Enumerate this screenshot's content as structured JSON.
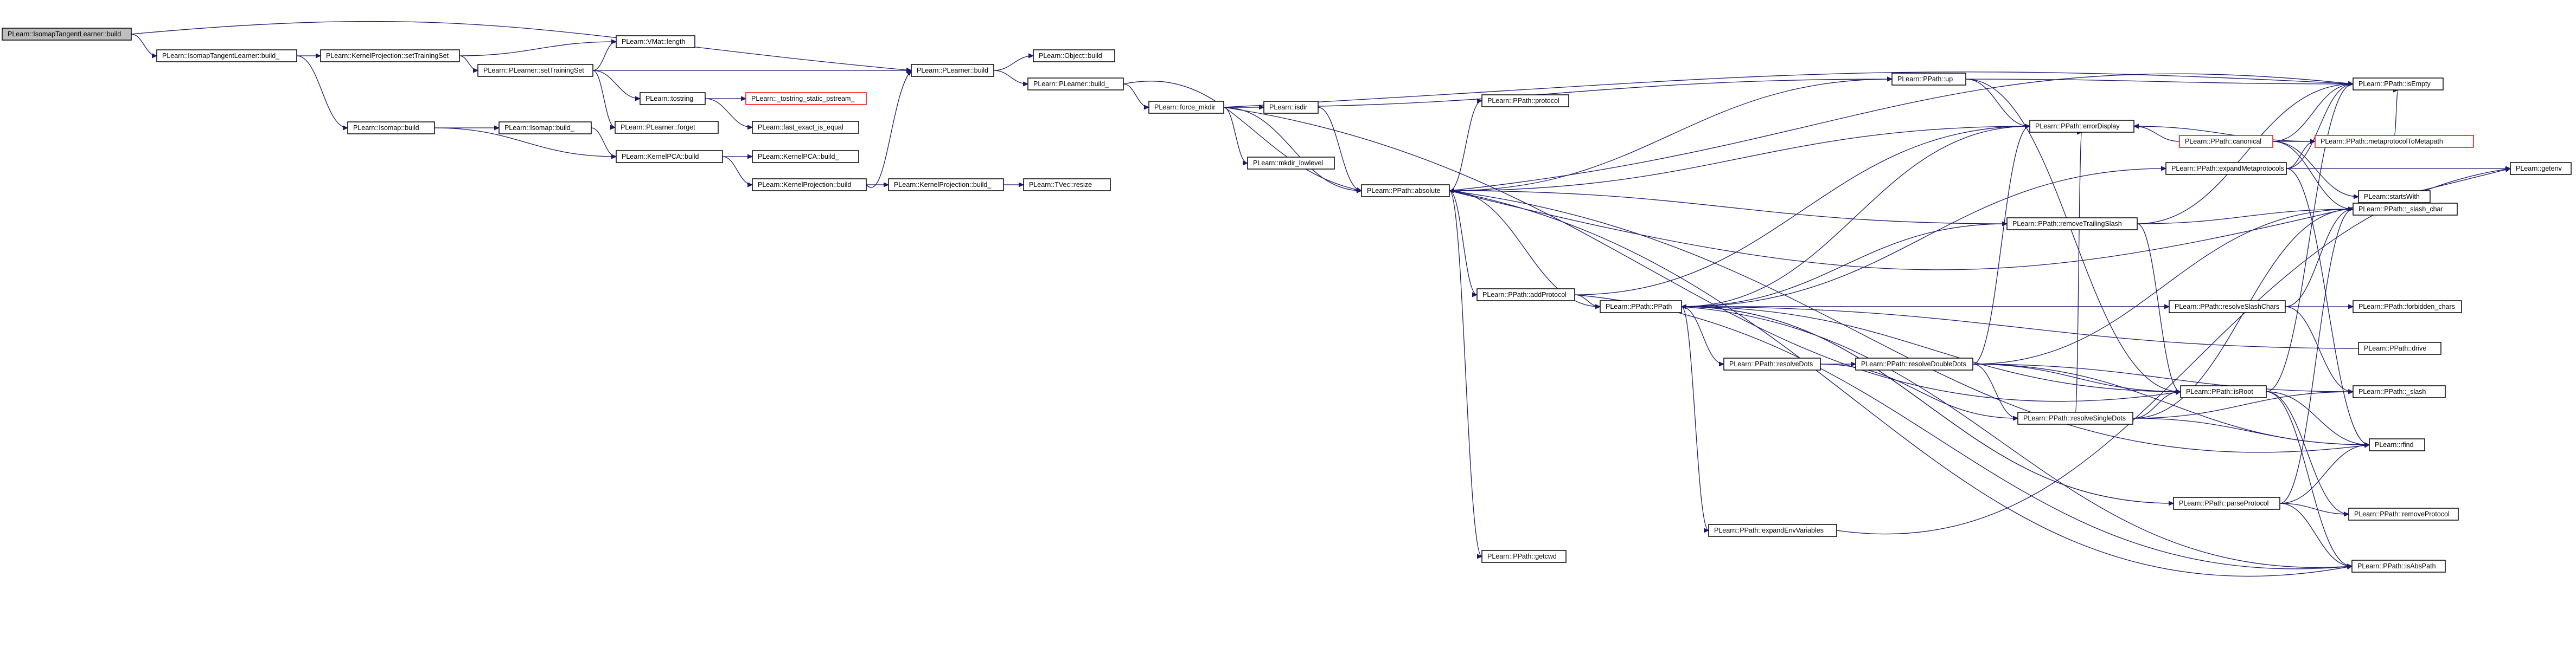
{
  "graph": {
    "title": "",
    "edge_color": "#191970",
    "root_fill": "#bfbfbf",
    "truncated_stroke": "#ff0000",
    "nodes": [
      {
        "id": "n0",
        "label": "PLearn::IsomapTangentLearner::build",
        "style": "root"
      },
      {
        "id": "n1",
        "label": "PLearn::IsomapTangentLearner::build_"
      },
      {
        "id": "n2",
        "label": "PLearn::PLearner::build"
      },
      {
        "id": "n3",
        "label": "PLearn::KernelProjection::setTrainingSet"
      },
      {
        "id": "n4",
        "label": "PLearn::VMat::length"
      },
      {
        "id": "n5",
        "label": "PLearn::PLearner::setTrainingSet"
      },
      {
        "id": "n6",
        "label": "PLearn::Isomap::build"
      },
      {
        "id": "n7",
        "label": "PLearn::Isomap::build_"
      },
      {
        "id": "n8",
        "label": "PLearn::KernelPCA::build"
      },
      {
        "id": "n9",
        "label": "PLearn::KernelPCA::build_"
      },
      {
        "id": "n10",
        "label": "PLearn::KernelProjection::build"
      },
      {
        "id": "n11",
        "label": "PLearn::KernelProjection::build_"
      },
      {
        "id": "n12",
        "label": "PLearn::TVec::resize"
      },
      {
        "id": "n13",
        "label": "PLearn::tostring"
      },
      {
        "id": "n14",
        "label": "PLearn::_tostring_static_pstream_",
        "style": "red"
      },
      {
        "id": "n15",
        "label": "PLearn::PLearner::forget"
      },
      {
        "id": "n16",
        "label": "PLearn::fast_exact_is_equal"
      },
      {
        "id": "n17",
        "label": "PLearn::Object::build"
      },
      {
        "id": "n18",
        "label": "PLearn::PLearner::build_"
      },
      {
        "id": "n19",
        "label": "PLearn::force_mkdir"
      },
      {
        "id": "n20",
        "label": "PLearn::isdir"
      },
      {
        "id": "n21",
        "label": "PLearn::mkdir_lowlevel"
      },
      {
        "id": "n22",
        "label": "PLearn::PPath::absolute"
      },
      {
        "id": "n23",
        "label": "PLearn::PPath::protocol"
      },
      {
        "id": "n24",
        "label": "PLearn::PPath::addProtocol"
      },
      {
        "id": "n25",
        "label": "PLearn::PPath::PPath"
      },
      {
        "id": "n26",
        "label": "PLearn::PPath::resolveDots"
      },
      {
        "id": "n27",
        "label": "PLearn::PPath::resolveDoubleDots"
      },
      {
        "id": "n28",
        "label": "PLearn::PPath::resolveSingleDots"
      },
      {
        "id": "n29",
        "label": "PLearn::PPath::expandEnvVariables"
      },
      {
        "id": "n30",
        "label": "PLearn::PPath::getcwd"
      },
      {
        "id": "n31",
        "label": "PLearn::PPath::up"
      },
      {
        "id": "n32",
        "label": "PLearn::PPath::errorDisplay"
      },
      {
        "id": "n33",
        "label": "PLearn::PPath::canonical",
        "style": "red"
      },
      {
        "id": "n34",
        "label": "PLearn::PPath::expandMetaprotocols"
      },
      {
        "id": "n35",
        "label": "PLearn::PPath::removeTrailingSlash"
      },
      {
        "id": "n36",
        "label": "PLearn::PPath::resolveSlashChars"
      },
      {
        "id": "n37",
        "label": "PLearn::PPath::isRoot"
      },
      {
        "id": "n38",
        "label": "PLearn::PPath::parseProtocol"
      },
      {
        "id": "n39",
        "label": "PLearn::PPath::isEmpty"
      },
      {
        "id": "n40",
        "label": "PLearn::PPath::metaprotocolToMetapath",
        "style": "red"
      },
      {
        "id": "n41",
        "label": "PLearn::startsWith"
      },
      {
        "id": "n42",
        "label": "PLearn::PPath::_slash_char"
      },
      {
        "id": "n43",
        "label": "PLearn::PPath::forbidden_chars"
      },
      {
        "id": "n44",
        "label": "PLearn::PPath::drive"
      },
      {
        "id": "n45",
        "label": "PLearn::PPath::_slash"
      },
      {
        "id": "n46",
        "label": "PLearn::rfind"
      },
      {
        "id": "n47",
        "label": "PLearn::PPath::removeProtocol"
      },
      {
        "id": "n48",
        "label": "PLearn::PPath::isAbsPath"
      },
      {
        "id": "n49",
        "label": "PLearn::getenv"
      }
    ]
  }
}
